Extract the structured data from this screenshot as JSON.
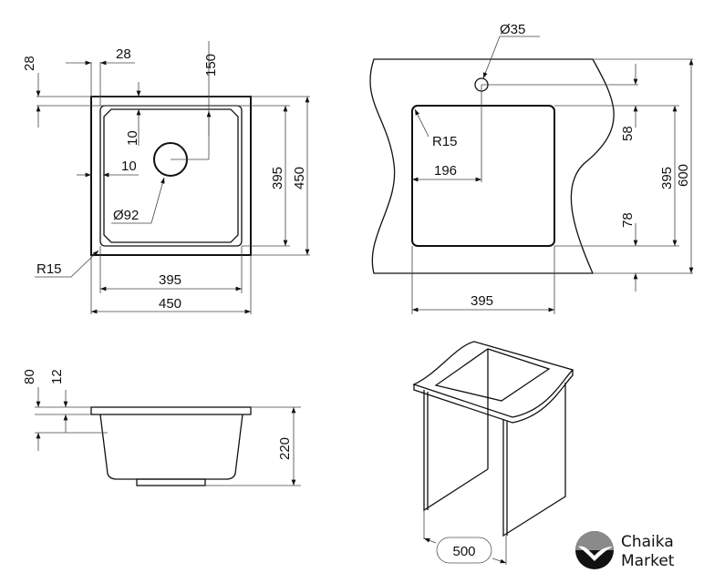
{
  "top_view": {
    "offset_top": "28",
    "offset_left": "28",
    "drain_offset": "150",
    "rim_top": "10",
    "rim_left": "10",
    "drain_diameter": "Ø92",
    "corner_radius": "R15",
    "inner_width": "395",
    "outer_width": "450",
    "inner_height": "395",
    "outer_height": "450"
  },
  "cutout_view": {
    "tap_hole": "Ø35",
    "corner_radius": "R15",
    "tap_offset": "196",
    "front_gap": "58",
    "back_gap": "78",
    "cutout_height": "395",
    "countertop_depth": "600",
    "cutout_width": "395"
  },
  "side_view": {
    "total_height": "80",
    "rim_thickness": "12",
    "bowl_depth": "220"
  },
  "iso_view": {
    "cabinet_width": "500"
  },
  "logo": {
    "line1": "Chaika",
    "line2": "Market"
  }
}
